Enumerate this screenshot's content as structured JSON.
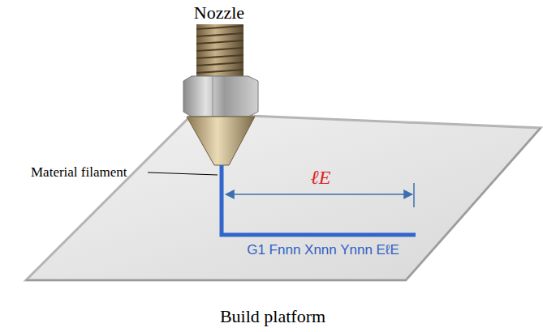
{
  "diagram": {
    "labels": [
      "Nozzle",
      "Material filament",
      "ℓE",
      "G1 Fnnn Xnnn Ynnn EℓE",
      "Build platform"
    ]
  }
}
